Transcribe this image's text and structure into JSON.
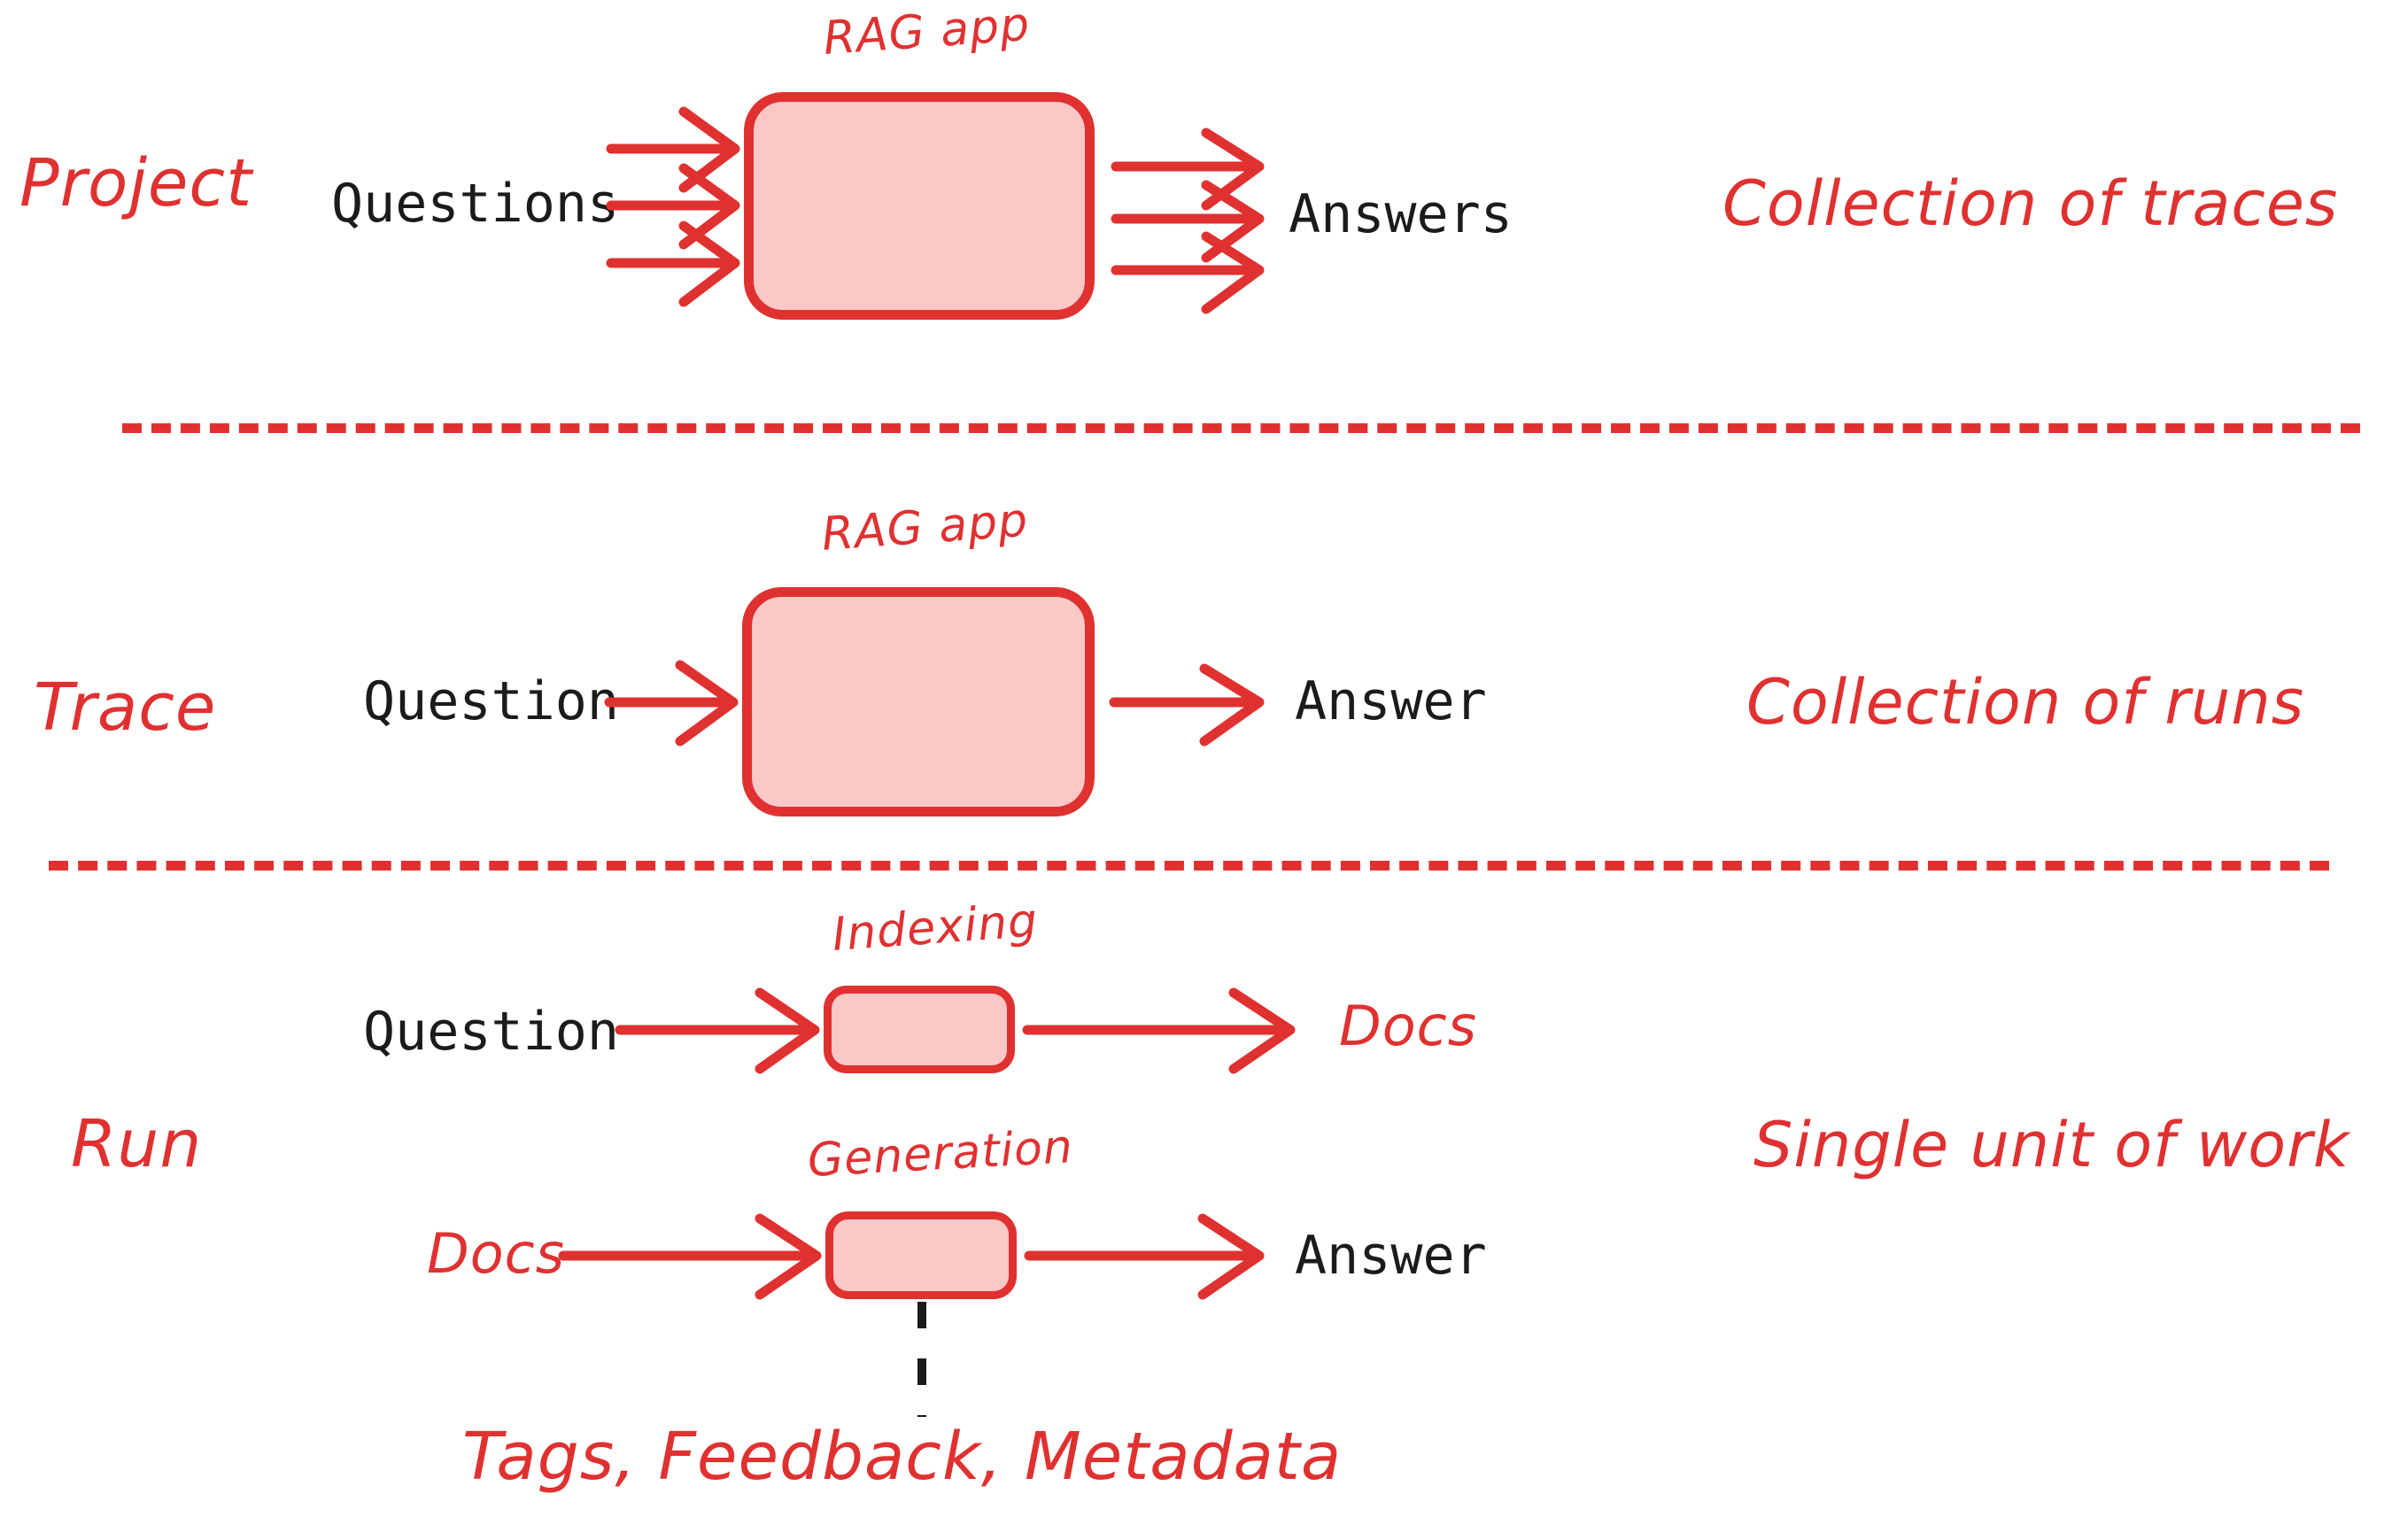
{
  "diagram": {
    "title_note": "LangSmith tracing hierarchy: Project / Trace / Run",
    "colors": {
      "accent_red": "#e03131",
      "node_fill": "#fbc7c7",
      "text_black": "#1b1b1b",
      "background": "#ffffff"
    }
  },
  "rows": [
    {
      "key": "project",
      "label": "Project",
      "description": "Collection of traces",
      "node_label": "RAG app",
      "input_label": "Questions",
      "output_label": "Answers",
      "input_arrow_count": 3,
      "output_arrow_count": 3
    },
    {
      "key": "trace",
      "label": "Trace",
      "description": "Collection of runs",
      "node_label": "RAG app",
      "input_label": "Question",
      "output_label": "Answer",
      "input_arrow_count": 1,
      "output_arrow_count": 1
    },
    {
      "key": "run",
      "label": "Run",
      "description": "Single unit of work",
      "steps": [
        {
          "node_label": "Indexing",
          "input_label": "Question",
          "output_label": "Docs",
          "input_style": "mono",
          "output_style": "hand"
        },
        {
          "node_label": "Generation",
          "input_label": "Docs",
          "output_label": "Answer",
          "input_style": "hand",
          "output_style": "mono"
        }
      ],
      "attachment_label": "Tags, Feedback, Metadata"
    }
  ]
}
